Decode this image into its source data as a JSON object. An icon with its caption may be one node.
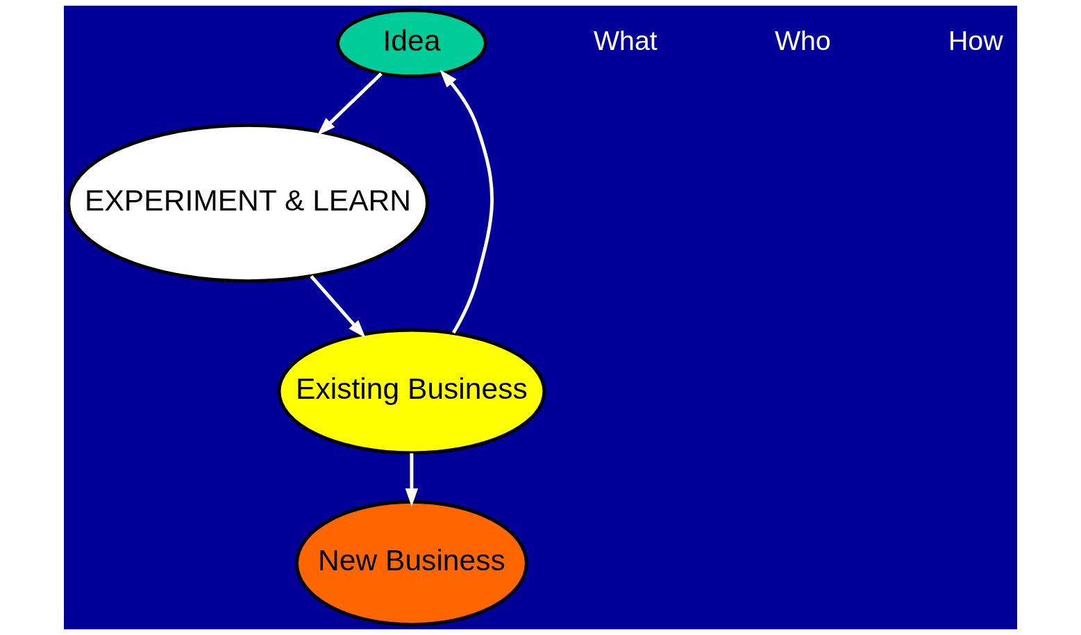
{
  "diagram": {
    "nodes": [
      {
        "text": [
          "Idea"
        ]
      },
      {
        "text": [
          "EXPERIMENT & LEARN"
        ]
      },
      {
        "text": [
          "Existing Business"
        ]
      },
      {
        "text": [
          "New Business"
        ]
      }
    ],
    "edges": [
      {
        "from": 2,
        "to": 0,
        "arrow": "to"
      },
      {
        "from": 0,
        "to": 1,
        "arrow": "to"
      },
      {
        "from": 1,
        "to": 2,
        "arrow": "to"
      },
      {
        "from": 2,
        "to": 3,
        "arrow": "to"
      }
    ],
    "labels": [
      "What",
      "Who",
      "How"
    ]
  }
}
